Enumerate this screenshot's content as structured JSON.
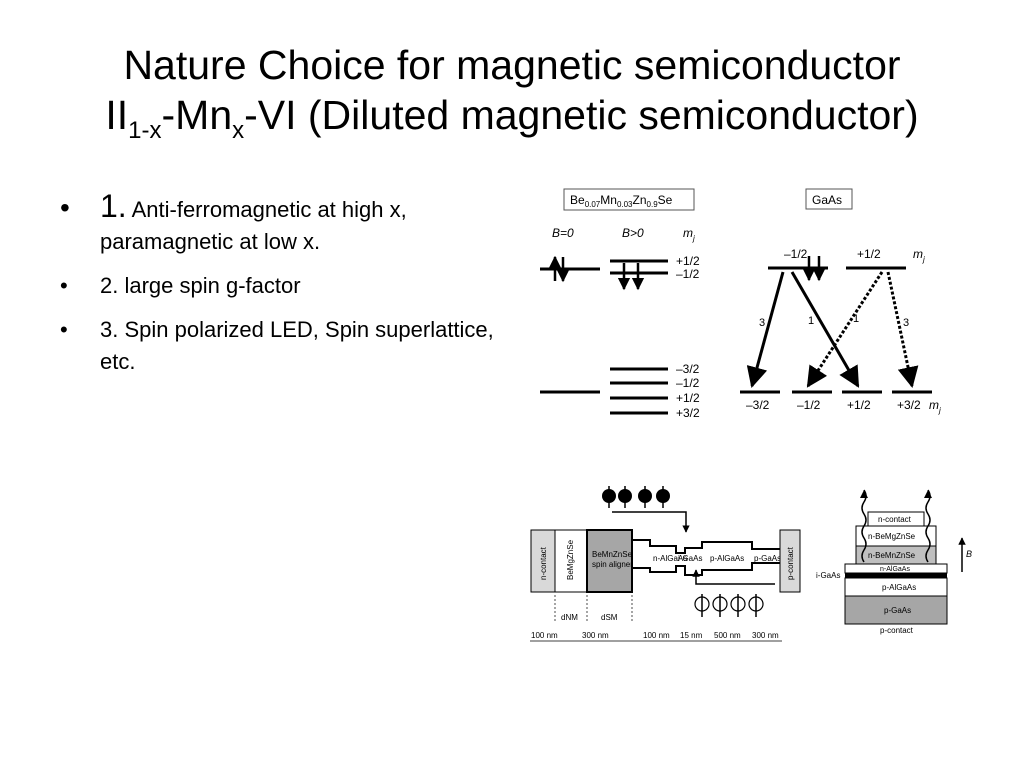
{
  "title": {
    "line1": "Nature Choice for magnetic semiconductor",
    "line2_a": "II",
    "line2_sub1": "1-x",
    "line2_b": "-Mn",
    "line2_sub2": "x",
    "line2_c": "-VI (Diluted magnetic semiconductor)"
  },
  "bullets": [
    {
      "num": "1.",
      "text": "Anti-ferromagnetic at high x, paramagnetic at low x."
    },
    {
      "text": "2. large spin g-factor"
    },
    {
      "text": "3. Spin polarized LED, Spin superlattice, etc."
    }
  ],
  "bullet_glyph": "•",
  "figure_levels": {
    "label_base": "Be",
    "sub1": "0.07",
    "mn": "Mn",
    "sub2": "0.03",
    "zn": "Zn",
    "sub3": "0.9",
    "se": "Se",
    "b_zero": "B=0",
    "b_pos": "B>0",
    "mj": "m",
    "mj_sub": "j",
    "cond_levels": [
      "+1/2",
      "–1/2"
    ],
    "val_levels": [
      "–3/2",
      "–1/2",
      "+1/2",
      "+3/2"
    ]
  },
  "figure_gaas": {
    "label": "GaAs",
    "top": [
      "–1/2",
      "+1/2"
    ],
    "bottom": [
      "–3/2",
      "–1/2",
      "+1/2",
      "+3/2"
    ],
    "weights": [
      "3",
      "1",
      "1",
      "3"
    ],
    "mj": "m",
    "mj_sub": "j"
  },
  "figure_led": {
    "layers": [
      "n-contact",
      "BeMgZnSe",
      "BeMnZnSe",
      "spin aligner",
      "n-AlGaAs",
      "i-GaAs",
      "p-AlGaAs",
      "p-GaAs",
      "p-contact"
    ],
    "labels": [
      "dNM",
      "dSM"
    ],
    "thickness": [
      "100 nm",
      "300 nm",
      "100 nm",
      "15 nm",
      "500 nm",
      "300 nm"
    ]
  },
  "figure_stack": {
    "layers": [
      "n-contact",
      "n-BeMgZnSe",
      "n-BeMnZnSe",
      "n-AlGaAs",
      "p-AlGaAs",
      "p-GaAs",
      "p-contact"
    ],
    "side_label": "i-GaAs",
    "field": "B"
  }
}
